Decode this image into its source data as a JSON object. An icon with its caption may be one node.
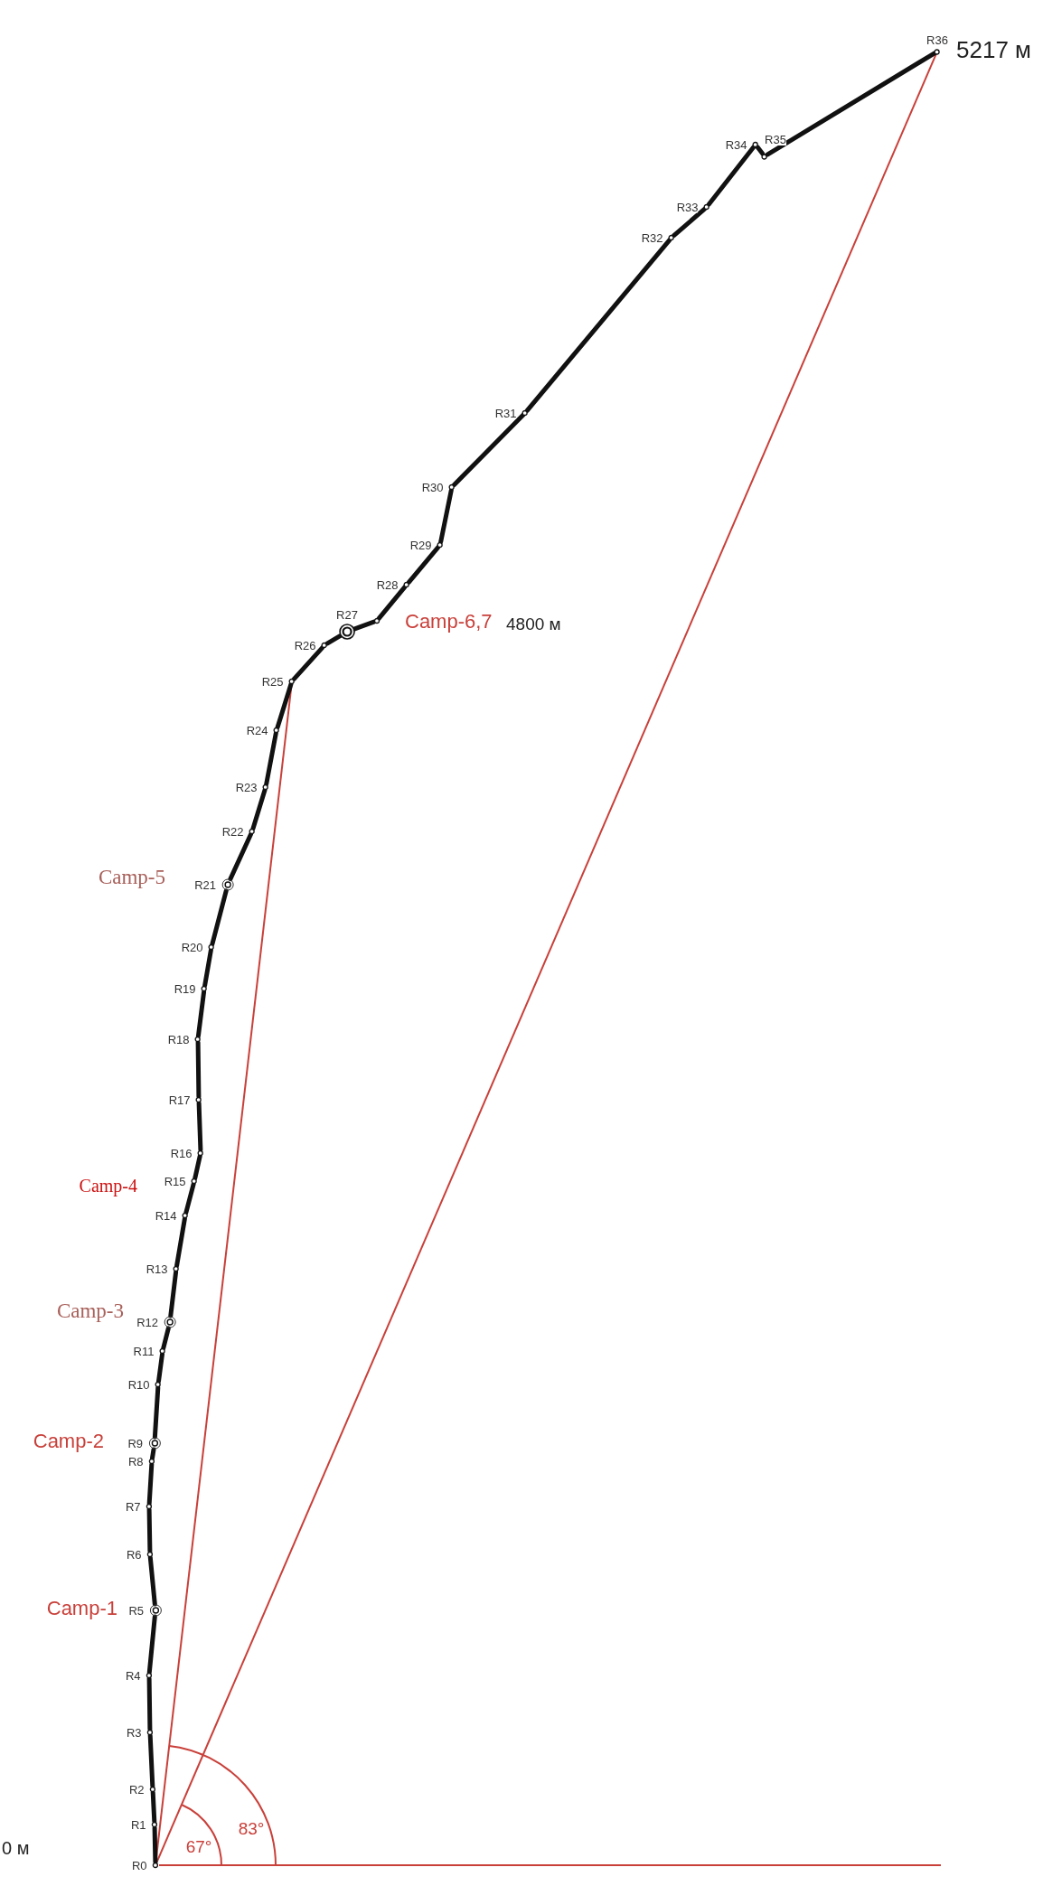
{
  "diagram": {
    "nodes": [
      {
        "text": [
          "R0"
        ]
      },
      {
        "text": [
          "R1"
        ]
      },
      {
        "text": [
          "R2"
        ]
      },
      {
        "text": [
          "R3"
        ]
      },
      {
        "text": [
          "R4"
        ]
      },
      {
        "text": [
          "R5"
        ],
        "beside": [
          "Camp-1"
        ]
      },
      {
        "text": [
          "R6"
        ]
      },
      {
        "text": [
          "R7"
        ]
      },
      {
        "text": [
          "R8"
        ]
      },
      {
        "text": [
          "R9"
        ],
        "beside": [
          "Camp-2"
        ]
      },
      {
        "text": [
          "R10"
        ]
      },
      {
        "text": [
          "R11"
        ]
      },
      {
        "text": [
          "R12"
        ],
        "beside": [
          "Camp-3"
        ]
      },
      {
        "text": [
          "R13"
        ]
      },
      {
        "text": [
          "R14"
        ]
      },
      {
        "text": [
          "R15"
        ],
        "beside": [
          "Camp-4"
        ]
      },
      {
        "text": [
          "R16"
        ]
      },
      {
        "text": [
          "R17"
        ]
      },
      {
        "text": [
          "R18"
        ]
      },
      {
        "text": [
          "R19"
        ]
      },
      {
        "text": [
          "R20"
        ]
      },
      {
        "text": [
          "R21"
        ],
        "beside": [
          "Camp-5"
        ]
      },
      {
        "text": [
          "R22"
        ]
      },
      {
        "text": [
          "R23"
        ]
      },
      {
        "text": [
          "R24"
        ]
      },
      {
        "text": [
          "R25"
        ]
      },
      {
        "text": [
          "R26"
        ]
      },
      {
        "text": [
          "R27"
        ],
        "beside": [
          "Camp-6,7",
          "4800 м"
        ]
      },
      {
        "text": [],
        "shape": "circle"
      },
      {
        "text": [
          "R28"
        ]
      },
      {
        "text": [
          "R29"
        ]
      },
      {
        "text": [
          "R30"
        ]
      },
      {
        "text": [
          "R31"
        ]
      },
      {
        "text": [
          "R32"
        ]
      },
      {
        "text": [
          "R33"
        ]
      },
      {
        "text": [
          "R34"
        ]
      },
      {
        "text": [
          "R35"
        ]
      },
      {
        "text": [
          "R36"
        ],
        "beside": [
          "5217 м"
        ]
      }
    ],
    "edges": [
      {
        "from": 0,
        "to": 1,
        "arrow": "none"
      },
      {
        "from": 1,
        "to": 2,
        "arrow": "none"
      },
      {
        "from": 2,
        "to": 3,
        "arrow": "none"
      },
      {
        "from": 3,
        "to": 4,
        "arrow": "none"
      },
      {
        "from": 4,
        "to": 5,
        "arrow": "none"
      },
      {
        "from": 5,
        "to": 6,
        "arrow": "none"
      },
      {
        "from": 6,
        "to": 7,
        "arrow": "none"
      },
      {
        "from": 7,
        "to": 8,
        "arrow": "none"
      },
      {
        "from": 8,
        "to": 9,
        "arrow": "none"
      },
      {
        "from": 9,
        "to": 10,
        "arrow": "none"
      },
      {
        "from": 10,
        "to": 11,
        "arrow": "none"
      },
      {
        "from": 11,
        "to": 12,
        "arrow": "none"
      },
      {
        "from": 12,
        "to": 13,
        "arrow": "none"
      },
      {
        "from": 13,
        "to": 14,
        "arrow": "none"
      },
      {
        "from": 14,
        "to": 15,
        "arrow": "none"
      },
      {
        "from": 15,
        "to": 16,
        "arrow": "none"
      },
      {
        "from": 16,
        "to": 17,
        "arrow": "none"
      },
      {
        "from": 17,
        "to": 18,
        "arrow": "none"
      },
      {
        "from": 18,
        "to": 19,
        "arrow": "none"
      },
      {
        "from": 19,
        "to": 20,
        "arrow": "none"
      },
      {
        "from": 20,
        "to": 21,
        "arrow": "none"
      },
      {
        "from": 21,
        "to": 22,
        "arrow": "none"
      },
      {
        "from": 22,
        "to": 23,
        "arrow": "none"
      },
      {
        "from": 23,
        "to": 24,
        "arrow": "none"
      },
      {
        "from": 24,
        "to": 25,
        "arrow": "none"
      },
      {
        "from": 25,
        "to": 26,
        "arrow": "none"
      },
      {
        "from": 26,
        "to": 27,
        "arrow": "none"
      },
      {
        "from": 27,
        "to": 28,
        "arrow": "none"
      },
      {
        "from": 28,
        "to": 29,
        "arrow": "none"
      },
      {
        "from": 29,
        "to": 30,
        "arrow": "none"
      },
      {
        "from": 30,
        "to": 31,
        "arrow": "none"
      },
      {
        "from": 31,
        "to": 32,
        "arrow": "none"
      },
      {
        "from": 32,
        "to": 33,
        "arrow": "none"
      },
      {
        "from": 33,
        "to": 34,
        "arrow": "none"
      },
      {
        "from": 34,
        "to": 35,
        "arrow": "none"
      },
      {
        "from": 35,
        "to": 36,
        "arrow": "none"
      },
      {
        "from": 36,
        "to": 37,
        "arrow": "none"
      },
      {
        "from": 0,
        "to": 25,
        "arrow": "none",
        "color": "#c9403a"
      },
      {
        "from": 0,
        "to": 37,
        "arrow": "none",
        "color": "#c9403a"
      }
    ],
    "labels": [
      "67°",
      "83°",
      "0 м"
    ]
  }
}
